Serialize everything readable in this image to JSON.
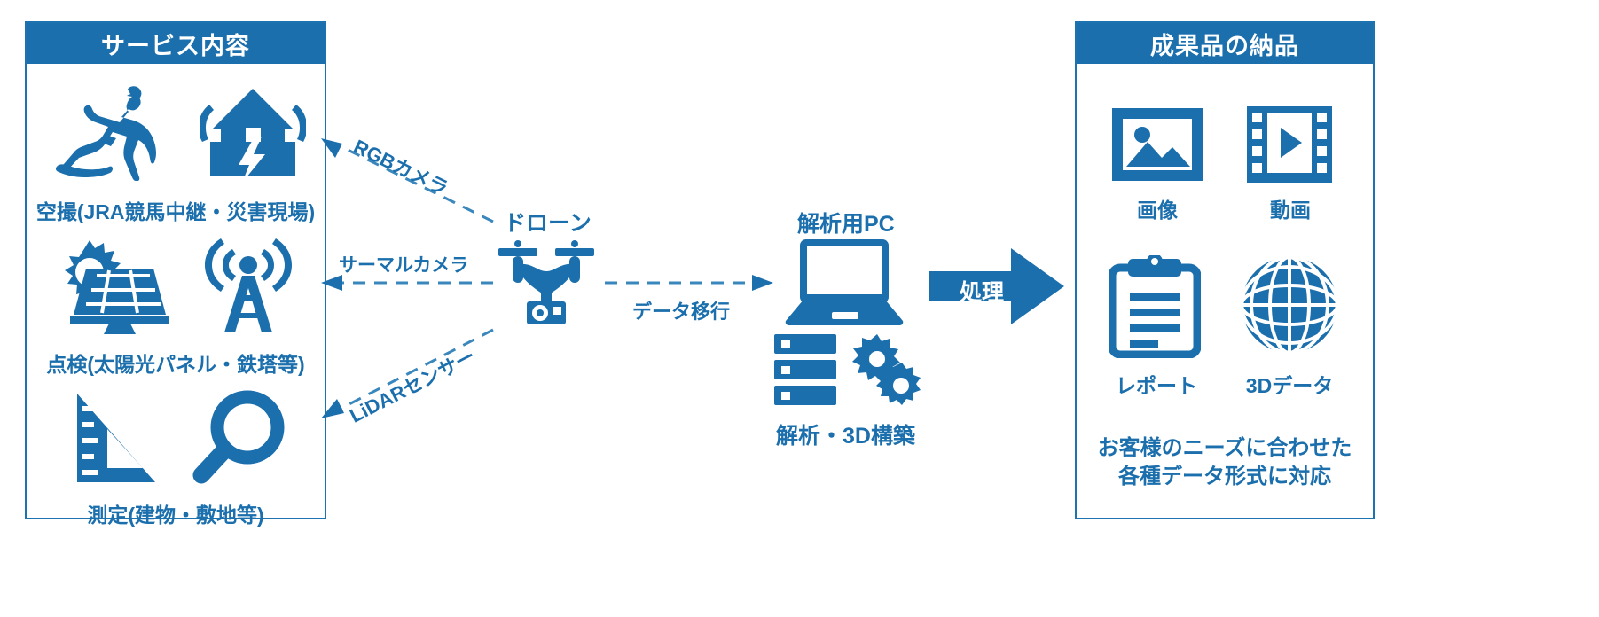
{
  "colors": {
    "brand_blue": "#1b6fad",
    "panel_border": "#1d72b0",
    "arrow_dash": "#3a87bd",
    "white": "#ffffff"
  },
  "left_panel": {
    "title": "サービス内容",
    "rows": [
      {
        "label": "空撮(JRA競馬中継・災害現場)",
        "icons": [
          "racehorse-jockey-icon",
          "damaged-house-icon"
        ]
      },
      {
        "label": "点検(太陽光パネル・鉄塔等)",
        "icons": [
          "solar-panel-icon",
          "radio-tower-icon"
        ]
      },
      {
        "label": "測定(建物・敷地等)",
        "icons": [
          "triangle-ruler-icon",
          "magnifier-icon"
        ]
      }
    ]
  },
  "middle": {
    "drone_label": "ドローン",
    "drone_icon": "drone-icon",
    "sensor_arrows": [
      {
        "label": "RGBカメラ",
        "direction": "left-up",
        "style": "dashed"
      },
      {
        "label": "サーマルカメラ",
        "direction": "left",
        "style": "dashed"
      },
      {
        "label": "LiDARセンサー",
        "direction": "left-down",
        "style": "dashed"
      }
    ],
    "transfer_arrow": {
      "label": "データ移行",
      "direction": "right",
      "style": "dashed"
    }
  },
  "analysis": {
    "pc_label": "解析用PC",
    "pc_icon": "laptop-icon",
    "build_label": "解析・3D構築",
    "build_icons": [
      "server-rack-icon",
      "gears-icon"
    ],
    "process_arrow_label": "処理",
    "process_arrow_icon": "block-arrow-right-icon"
  },
  "right_panel": {
    "title": "成果品の納品",
    "items": [
      {
        "label": "画像",
        "icon": "photo-frame-icon"
      },
      {
        "label": "動画",
        "icon": "film-strip-play-icon"
      },
      {
        "label": "レポート",
        "icon": "clipboard-report-icon"
      },
      {
        "label": "3Dデータ",
        "icon": "globe-wireframe-icon"
      }
    ],
    "footer_lines": [
      "お客様のニーズに合わせた",
      "各種データ形式に対応"
    ],
    "footer_text": "お客様のニーズに合わせた\n各種データ形式に対応"
  }
}
